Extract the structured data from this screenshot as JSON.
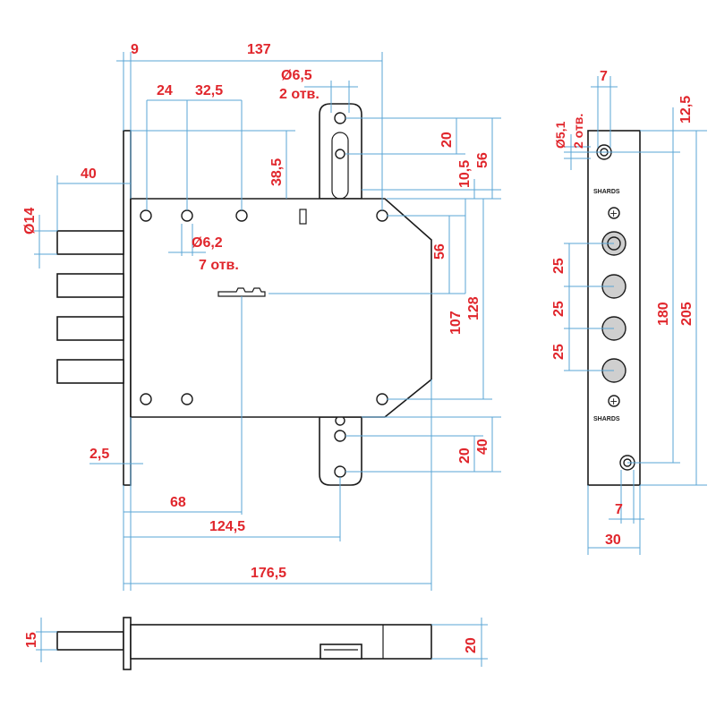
{
  "front_view": {
    "dims": {
      "d9": "9",
      "d137": "137",
      "d24": "24",
      "d32_5": "32,5",
      "d6_5": "Ø6,5",
      "holes_2": "2 отв.",
      "d38_5": "38,5",
      "d20_top": "20",
      "d10_5": "10,5",
      "d56_right": "56",
      "d40_left": "40",
      "d14": "Ø14",
      "d6_2": "Ø6,2",
      "holes_7": "7 отв.",
      "d56_inner": "56",
      "d107": "107",
      "d128": "128",
      "d2_5": "2,5",
      "d20_bottom": "20",
      "d40_bottom": "40",
      "d68": "68",
      "d124_5": "124,5",
      "d176_5": "176,5"
    }
  },
  "side_view": {
    "dims": {
      "d7_top": "7",
      "d5_1": "Ø5,1",
      "holes_2": "2 отв.",
      "d12_5": "12,5",
      "d25_a": "25",
      "d25_b": "25",
      "d25_c": "25",
      "d180": "180",
      "d205": "205",
      "d7_bottom": "7",
      "d30": "30"
    },
    "logo_text": "SHARDS"
  },
  "bottom_view": {
    "dims": {
      "d15": "15",
      "d20": "20"
    }
  }
}
